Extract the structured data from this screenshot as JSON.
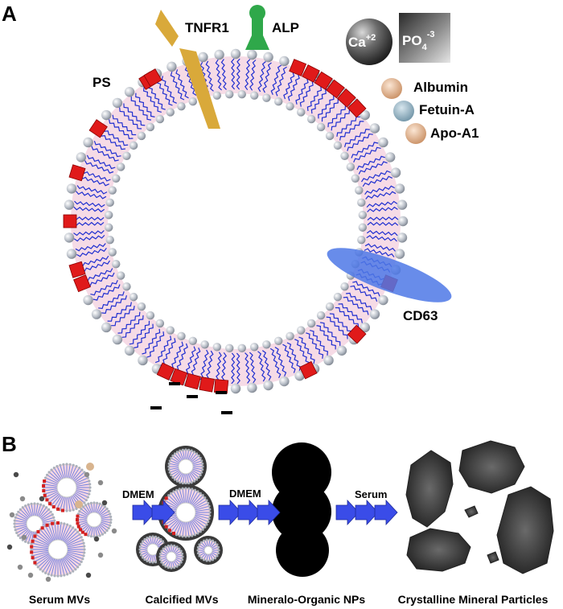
{
  "panel_a": {
    "letter": "A",
    "labels": {
      "tnfr1": "TNFR1",
      "alp": "ALP",
      "ps": "PS",
      "calcium": "Ca",
      "calcium_charge": "+2",
      "phosphate": "PO",
      "phosphate_sub": "4",
      "phosphate_charge": "-3",
      "albumin": "Albumin",
      "fetuin": "Fetuin-A",
      "apo": "Apo-A1",
      "cd63": "CD63"
    },
    "colors": {
      "lipid_head": "#b9bfc8",
      "lipid_tail": "#1f2fd0",
      "membrane_fill": "#f6dbe6",
      "ps_red": "#e01a1a",
      "tnfr1": "#d9a93a",
      "alp": "#2fa84a",
      "cd63": "#4d78e6",
      "protein": "#e6b994"
    }
  },
  "panel_b": {
    "letter": "B",
    "stages": [
      "Serum MVs",
      "Calcified MVs",
      "Mineralo-Organic NPs",
      "Crystalline Mineral Particles"
    ],
    "arrow_labels": [
      "DMEM",
      "DMEM",
      "Serum"
    ],
    "colors": {
      "arrow": "#3a4ce8",
      "mineral": "#2b2b2b"
    }
  }
}
